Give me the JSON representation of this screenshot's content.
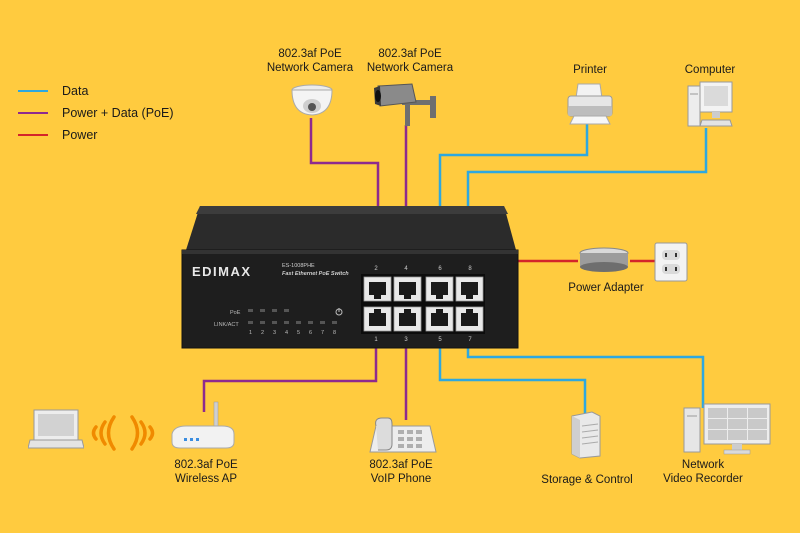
{
  "legend": {
    "items": [
      {
        "label": "Data",
        "color": "#2EA8E0"
      },
      {
        "label": "Power + Data (PoE)",
        "color": "#8E2A8E"
      },
      {
        "label": "Power",
        "color": "#D4242A"
      }
    ]
  },
  "switch": {
    "brand": "EDIMAX",
    "model": "ES-1008PHE",
    "subtitle": "Fast Ethernet PoE Switch",
    "poe_label": "PoE",
    "link_label": "LINK/ACT",
    "led_numbers": [
      "1",
      "2",
      "3",
      "4",
      "5",
      "6",
      "7",
      "8"
    ],
    "top_ports": [
      "2",
      "4",
      "6",
      "8"
    ],
    "bottom_ports": [
      "1",
      "3",
      "5",
      "7"
    ]
  },
  "devices": {
    "camera_dome": {
      "line1": "802.3af PoE",
      "line2": "Network Camera"
    },
    "camera_bullet": {
      "line1": "802.3af PoE",
      "line2": "Network Camera"
    },
    "printer": {
      "line1": "Printer"
    },
    "computer": {
      "line1": "Computer"
    },
    "power_adapter": {
      "line1": "Power Adapter"
    },
    "wireless_ap": {
      "line1": "802.3af PoE",
      "line2": "Wireless AP"
    },
    "voip_phone": {
      "line1": "802.3af PoE",
      "line2": "VoIP Phone"
    },
    "storage": {
      "line1": "Storage & Control"
    },
    "nvr": {
      "line1": "Network",
      "line2": "Video Recorder"
    }
  },
  "colors": {
    "background": "#FFCB3F",
    "data": "#2EA8E0",
    "poe": "#8E2A8E",
    "power": "#D4242A"
  }
}
